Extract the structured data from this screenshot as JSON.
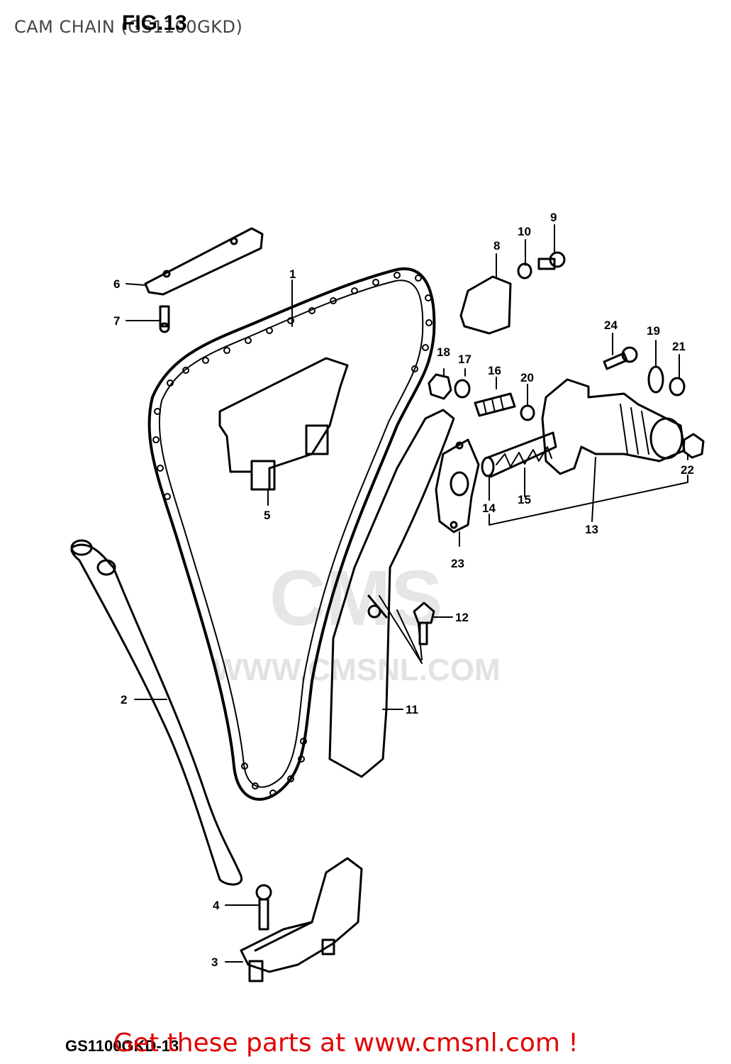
{
  "page": {
    "title": "CAM CHAIN (GS1100GKD)",
    "fig_label": "FIG.13",
    "diagram_code": "GS1100GKD-13",
    "footer": "Get these parts at www.cmsnl.com !"
  },
  "watermark": {
    "logo": "CMS",
    "url": "WWW.CMSNL.COM"
  },
  "callouts": [
    {
      "n": "1"
    },
    {
      "n": "2"
    },
    {
      "n": "3"
    },
    {
      "n": "4"
    },
    {
      "n": "5"
    },
    {
      "n": "6"
    },
    {
      "n": "7"
    },
    {
      "n": "8"
    },
    {
      "n": "9"
    },
    {
      "n": "10"
    },
    {
      "n": "11"
    },
    {
      "n": "12"
    },
    {
      "n": "13"
    },
    {
      "n": "14"
    },
    {
      "n": "15"
    },
    {
      "n": "16"
    },
    {
      "n": "17"
    },
    {
      "n": "18"
    },
    {
      "n": "19"
    },
    {
      "n": "20"
    },
    {
      "n": "21"
    },
    {
      "n": "22"
    },
    {
      "n": "23"
    },
    {
      "n": "24"
    }
  ],
  "colors": {
    "title": "#444444",
    "footer": "#e00000",
    "line": "#000000",
    "watermark": "#e2e2e2"
  }
}
